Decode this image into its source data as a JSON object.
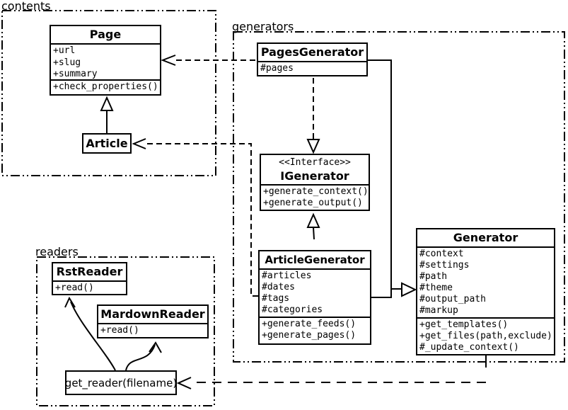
{
  "packages": {
    "contents": {
      "label": "contents"
    },
    "generators": {
      "label": "generators"
    },
    "readers": {
      "label": "readers"
    }
  },
  "classes": {
    "page": {
      "title": "Page",
      "attributes": [
        "+url",
        "+slug",
        "+summary"
      ],
      "methods": [
        "+check_properties()"
      ]
    },
    "article": {
      "title": "Article"
    },
    "pages_generator": {
      "title": "PagesGenerator",
      "attributes": [
        "#pages"
      ]
    },
    "igenerator": {
      "stereotype": "<<Interface>>",
      "title": "IGenerator",
      "methods": [
        "+generate_context()",
        "+generate_output()"
      ]
    },
    "article_generator": {
      "title": "ArticleGenerator",
      "attributes": [
        "#articles",
        "#dates",
        "#tags",
        "#categories"
      ],
      "methods": [
        "+generate_feeds()",
        "+generate_pages()"
      ]
    },
    "generator": {
      "title": "Generator",
      "attributes": [
        "#context",
        "#settings",
        "#path",
        "#theme",
        "#output_path",
        "#markup"
      ],
      "methods": [
        "+get_templates()",
        "+get_files(path,exclude)",
        "#_update_context()"
      ]
    },
    "rst_reader": {
      "title": "RstReader",
      "methods": [
        "+read()"
      ]
    },
    "mardown_reader": {
      "title": "MardownReader",
      "methods": [
        "+read()"
      ]
    },
    "get_reader": {
      "label": "get_reader(filename)"
    }
  },
  "relations": [
    {
      "from": "Article",
      "to": "Page",
      "type": "generalization"
    },
    {
      "from": "PagesGenerator",
      "to": "Page",
      "type": "dependency"
    },
    {
      "from": "PagesGenerator",
      "to": "IGenerator",
      "type": "realization"
    },
    {
      "from": "ArticleGenerator",
      "to": "IGenerator",
      "type": "generalization"
    },
    {
      "from": "ArticleGenerator",
      "to": "Article",
      "type": "dependency"
    },
    {
      "from": "PagesGenerator",
      "to": "Generator",
      "type": "generalization"
    },
    {
      "from": "ArticleGenerator",
      "to": "Generator",
      "type": "generalization"
    },
    {
      "from": "Generator",
      "to": "get_reader(filename)",
      "type": "dependency"
    },
    {
      "from": "get_reader(filename)",
      "to": "RstReader",
      "type": "arrow"
    },
    {
      "from": "get_reader(filename)",
      "to": "MardownReader",
      "type": "arrow"
    }
  ],
  "colors": {
    "line": "#000000",
    "box_fill": "#ffffff",
    "background": "#ffffff"
  }
}
